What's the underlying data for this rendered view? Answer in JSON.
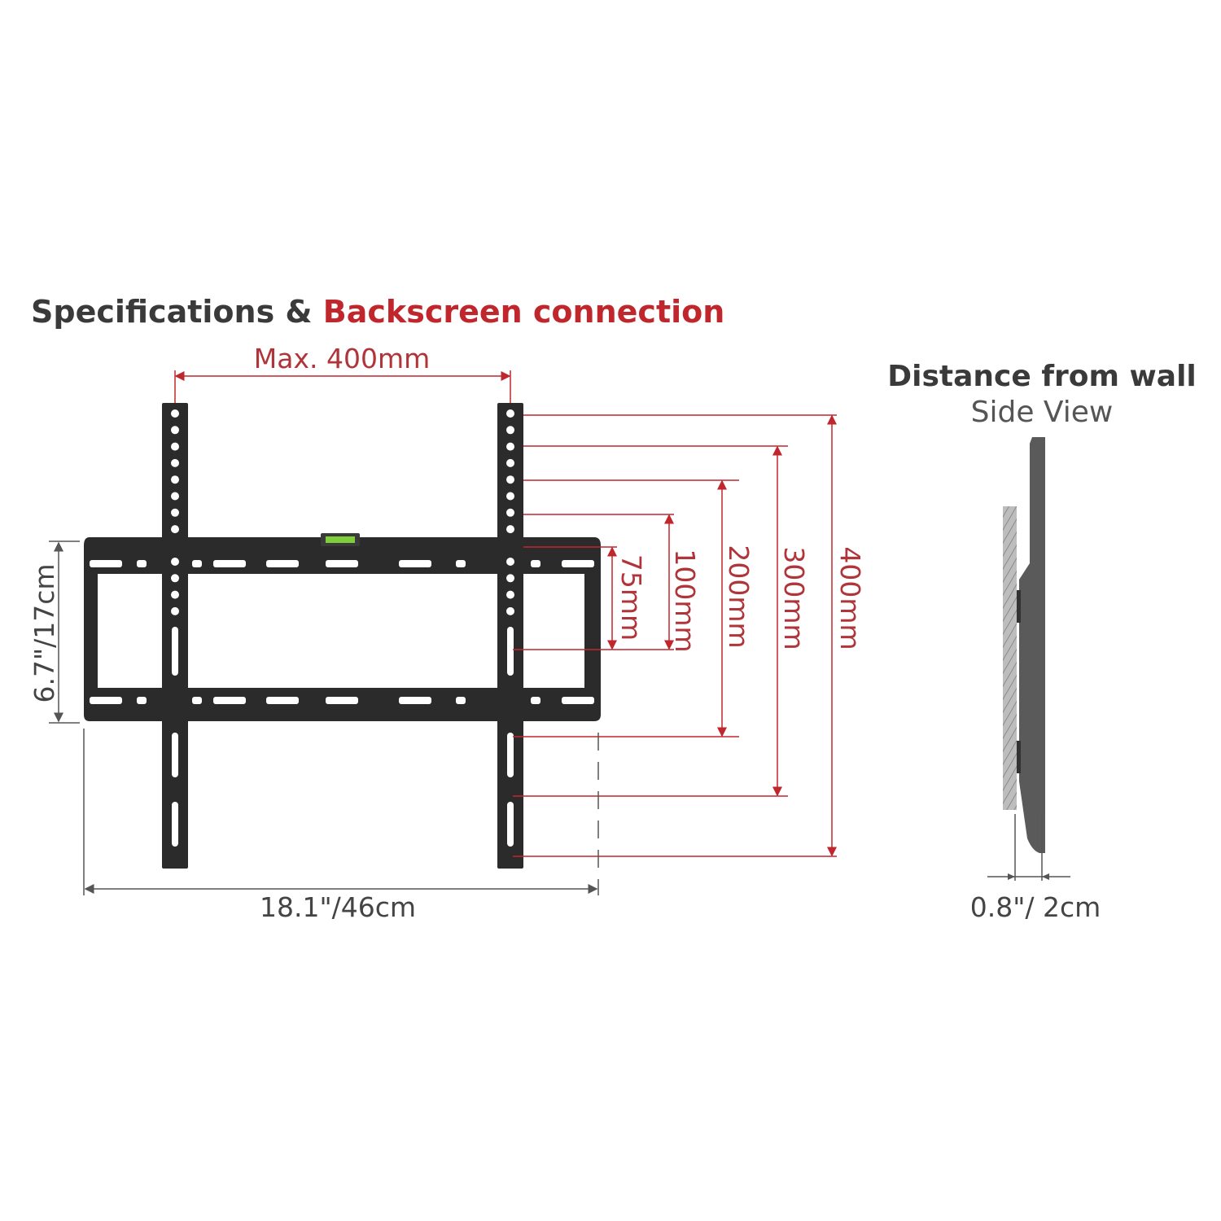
{
  "title": {
    "part1": "Specifications & ",
    "part2": "Backscreen connection"
  },
  "front_view": {
    "max_width_label": "Max. 400mm",
    "vesa_labels": [
      "75mm",
      "100mm",
      "200mm",
      "300mm",
      "400mm"
    ],
    "height_label": "6.7\"/17cm",
    "width_label": "18.1\"/46cm"
  },
  "side_view": {
    "heading": "Distance from wall",
    "subheading": "Side View",
    "depth_label": "0.8\"/ 2cm"
  },
  "colors": {
    "accent": "#c0272d",
    "bracket": "#2b2b2b",
    "text": "#444444"
  }
}
